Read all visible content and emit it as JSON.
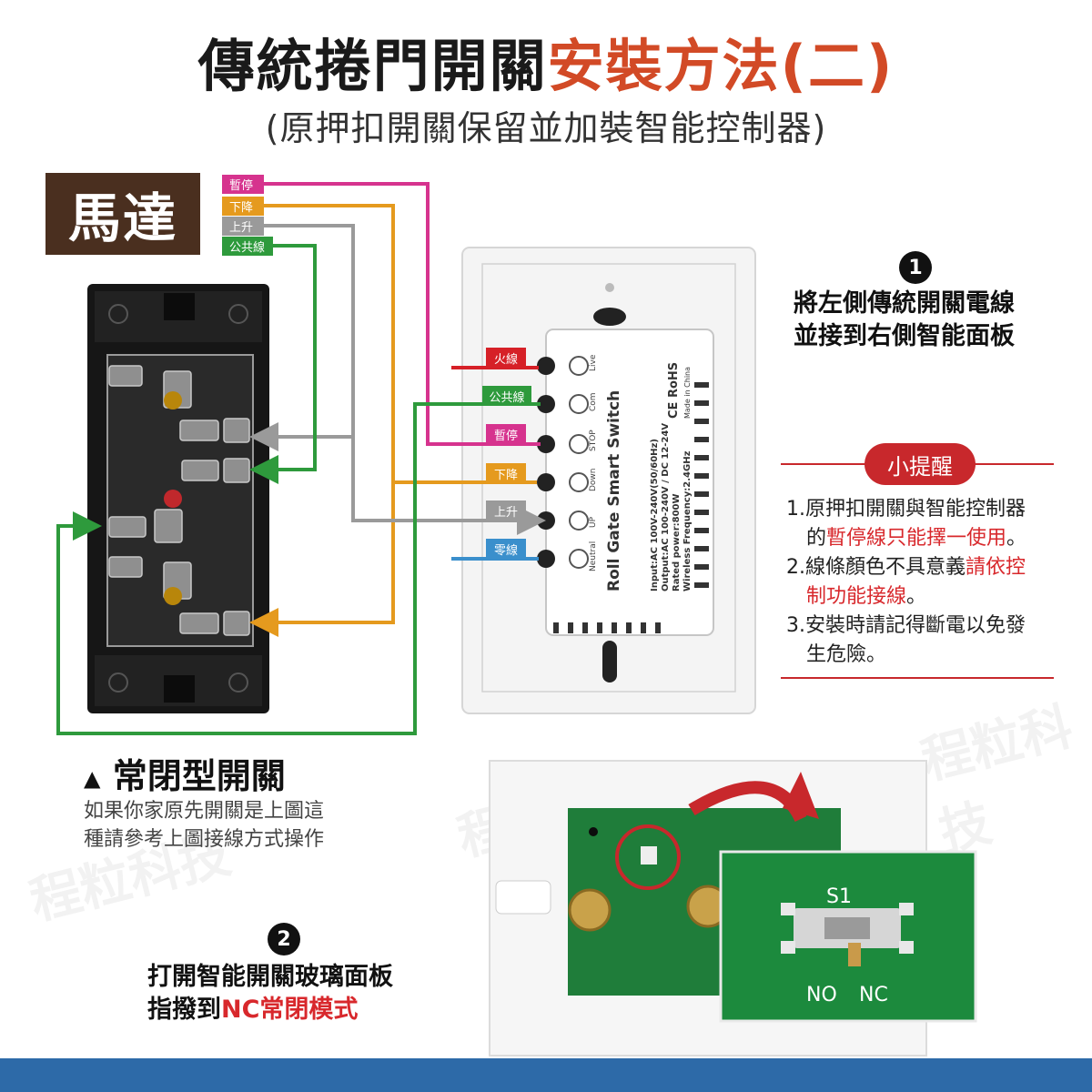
{
  "title": {
    "part1": "傳統捲門開關",
    "part2": "安裝方法(二)"
  },
  "subtitle": "(原押扣開關保留並加裝智能控制器)",
  "motor_label": "馬達",
  "motor_wires": [
    {
      "label": "暫停",
      "color": "#d6338e"
    },
    {
      "label": "下降",
      "color": "#e59a1e"
    },
    {
      "label": "上升",
      "color": "#9a9a9a"
    },
    {
      "label": "公共線",
      "color": "#2e9a3c"
    }
  ],
  "panel_wires": [
    {
      "label": "火線",
      "color": "#d62027"
    },
    {
      "label": "公共線",
      "color": "#2e9a3c"
    },
    {
      "label": "暫停",
      "color": "#d6338e"
    },
    {
      "label": "下降",
      "color": "#e59a1e"
    },
    {
      "label": "上升",
      "color": "#9a9a9a"
    },
    {
      "label": "零線",
      "color": "#3a8fcc"
    }
  ],
  "module": {
    "name": "Roll Gate Smart Switch",
    "specs": [
      "Input:AC 100V-240V(50/60Hz)",
      "Output:AC 100-240V / DC 12-24V",
      "Rated power:800W",
      "Wireless Frequency:2.4GHz"
    ],
    "terminals": [
      "L",
      "COM",
      "STOP",
      "Down",
      "UP",
      "N"
    ],
    "terminal_labels": [
      "Live",
      "Com",
      "STOP",
      "Down",
      "UP",
      "Neutral"
    ],
    "marks": "CE RoHS",
    "made_in": "Made in China"
  },
  "step1": {
    "number": "1",
    "lines": [
      "將左側傳統開關電線",
      "並接到右側智能面板"
    ]
  },
  "reminder": {
    "title": "小提醒",
    "items": [
      {
        "a": "1.原押扣開關與智能控制器",
        "b": "的",
        "b_red": "暫停線只能擇一使用",
        "b_end": "。"
      },
      {
        "a": "2.線條顏色不具意義",
        "a_red": "請依控",
        "b_red": "制功能接線",
        "b_end": "。"
      },
      {
        "a": "3.安裝時請記得斷電以免發",
        "b": "生危險。"
      }
    ]
  },
  "nc_switch": {
    "heading": "常閉型開關",
    "desc_lines": [
      "如果你家原先開關是上圖這",
      "種請參考上圖接線方式操作"
    ]
  },
  "step2": {
    "number": "2",
    "line1": "打開智能開關玻璃面板",
    "line2_prefix": "指撥到",
    "line2_red": "NC常閉模式"
  },
  "pcb": {
    "switch_label": "S1",
    "no": "NO",
    "nc": "NC"
  },
  "watermark": "程粒科技",
  "colors": {
    "title_accent": "#d24a26",
    "reminder_red": "#c8282c",
    "bottom_bar": "#2d6aa8",
    "motor_label_bg": "#4a2f1f"
  }
}
